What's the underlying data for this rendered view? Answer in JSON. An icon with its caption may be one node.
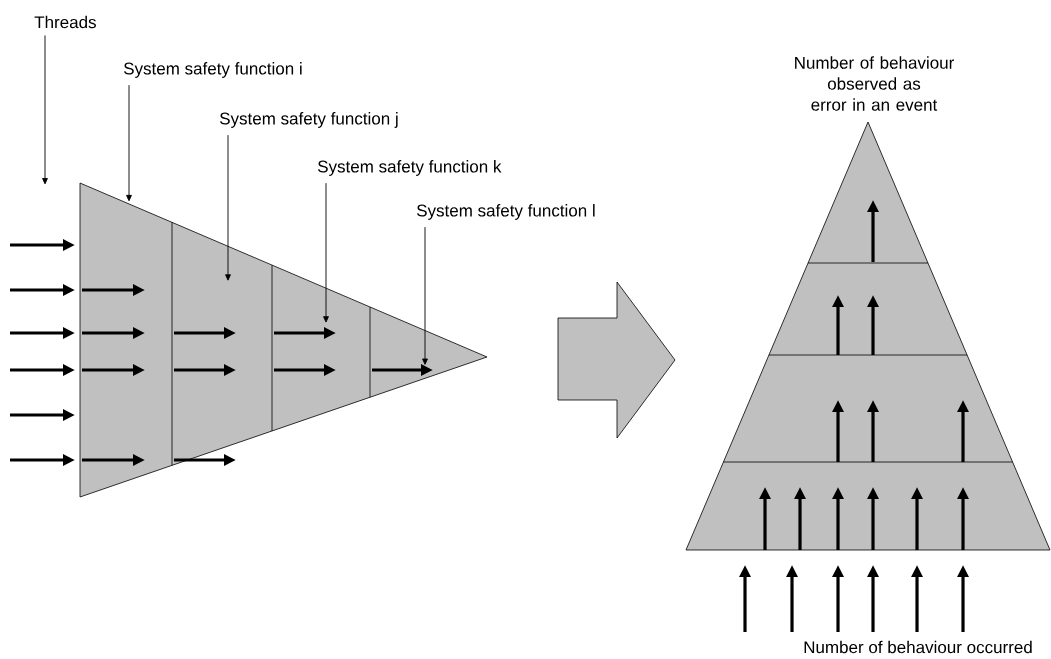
{
  "diagram": {
    "nodes": [
      {
        "text": [
          "Threads"
        ]
      },
      {
        "text": [
          "System safety function i"
        ]
      },
      {
        "text": [
          "System safety function j"
        ]
      },
      {
        "text": [
          "System safety function k"
        ]
      },
      {
        "text": [
          "System safety function l"
        ]
      },
      {
        "text": [],
        "shape": "triangle"
      },
      {
        "text": [
          "Number of behaviour observed as error in an event"
        ]
      }
    ],
    "labels": [
      "Number of behaviour occurred"
    ],
    "edges": [
      {
        "from": 0,
        "to": null,
        "arrow": "to"
      },
      {
        "from": 1,
        "to": 5,
        "arrow": "to"
      },
      {
        "from": 2,
        "to": 5,
        "arrow": "to"
      },
      {
        "from": 3,
        "to": 5,
        "arrow": "to"
      },
      {
        "from": 4,
        "to": 5,
        "arrow": "to"
      },
      {
        "from": 5,
        "to": 6,
        "arrow": "to"
      }
    ]
  }
}
